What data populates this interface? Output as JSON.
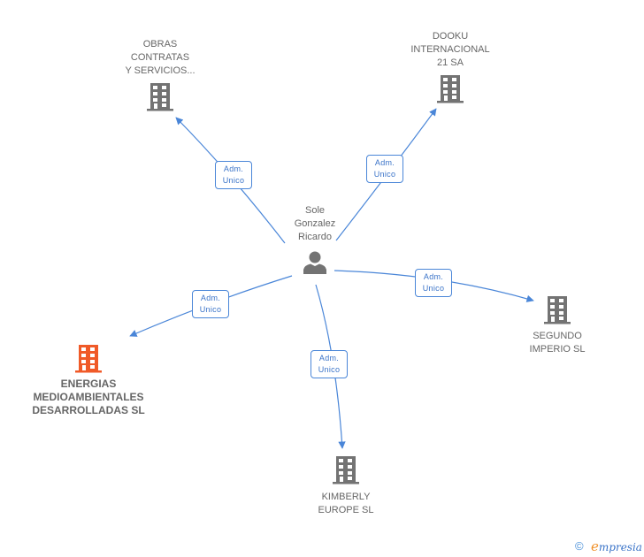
{
  "colors": {
    "edge": "#4a86d8",
    "node_icon": "#737373",
    "focus_icon": "#f05a28",
    "text": "#666666"
  },
  "center_person": {
    "name": "Sole\nGonzalez\nRicardo",
    "icon": "person-icon"
  },
  "companies": [
    {
      "id": "obras",
      "name": "OBRAS\nCONTRATAS\nY SERVICIOS...",
      "icon": "building-icon",
      "focus": false
    },
    {
      "id": "dooku",
      "name": "DOOKU\nINTERNACIONAL\n21 SA",
      "icon": "building-icon",
      "focus": false
    },
    {
      "id": "energias",
      "name": "ENERGIAS\nMEDIOAMBIENTALES\nDESARROLLADAS SL",
      "icon": "building-icon",
      "focus": true
    },
    {
      "id": "segundo",
      "name": "SEGUNDO\nIMPERIO SL",
      "icon": "building-icon",
      "focus": false
    },
    {
      "id": "kimberly",
      "name": "KIMBERLY\nEUROPE SL",
      "icon": "building-icon",
      "focus": false
    }
  ],
  "relations": [
    {
      "target": "obras",
      "line1": "Adm.",
      "line2": "Unico"
    },
    {
      "target": "dooku",
      "line1": "Adm.",
      "line2": "Unico"
    },
    {
      "target": "energias",
      "line1": "Adm.",
      "line2": "Unico"
    },
    {
      "target": "segundo",
      "line1": "Adm.",
      "line2": "Unico"
    },
    {
      "target": "kimberly",
      "line1": "Adm.",
      "line2": "Unico"
    }
  ],
  "footer": {
    "copyright_symbol": "©",
    "brand_initial": "e",
    "brand_rest": "mpresia"
  }
}
